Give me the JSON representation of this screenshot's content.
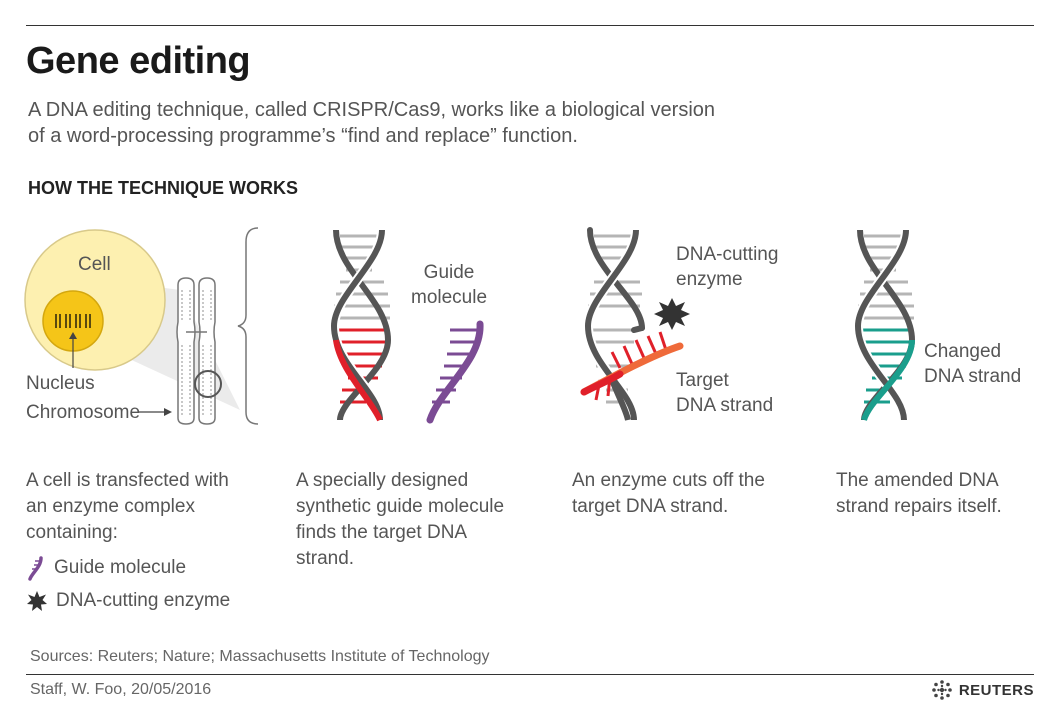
{
  "header": {
    "title": "Gene editing",
    "subtitle_line1": "A DNA editing technique, called CRISPR/Cas9, works like a biological version",
    "subtitle_line2": "of a word-processing programme’s “find and replace” function.",
    "section_heading": "HOW THE TECHNIQUE WORKS"
  },
  "panels": {
    "cell": {
      "label_cell": "Cell",
      "label_nucleus": "Nucleus",
      "label_chromosome": "Chromosome",
      "caption": [
        "A cell is transfected with",
        "an enzyme complex",
        "containing:"
      ],
      "legend": [
        {
          "icon": "guide-molecule-icon",
          "label": "Guide molecule"
        },
        {
          "icon": "enzyme-star-icon",
          "label": "DNA-cutting enzyme"
        }
      ]
    },
    "guide": {
      "label": [
        "Guide",
        "molecule"
      ],
      "caption": [
        "A specially designed",
        "synthetic guide molecule",
        "finds the target DNA",
        "strand."
      ]
    },
    "cut": {
      "label_enzyme": [
        "DNA-cutting",
        "enzyme"
      ],
      "label_target": [
        "Target",
        "DNA strand"
      ],
      "caption": [
        "An enzyme cuts off the",
        "target DNA strand."
      ]
    },
    "repair": {
      "label": [
        "Changed",
        "DNA strand"
      ],
      "caption": [
        "The amended DNA",
        "strand repairs itself."
      ]
    }
  },
  "footer": {
    "sources": "Sources: Reuters; Nature; Massachusetts Institute of Technology",
    "credit": "Staff, W. Foo,  20/05/2016",
    "brand": "REUTERS"
  },
  "colors": {
    "cell_fill": "#fdf0b0",
    "nucleus_fill": "#f5c518",
    "strand_gray": "#555555",
    "rung_gray": "#b5b5b5",
    "target_red": "#e0202a",
    "guide_purple": "#7b4b94",
    "enzyme_dark": "#333333",
    "changed_teal": "#1a9e8c"
  }
}
